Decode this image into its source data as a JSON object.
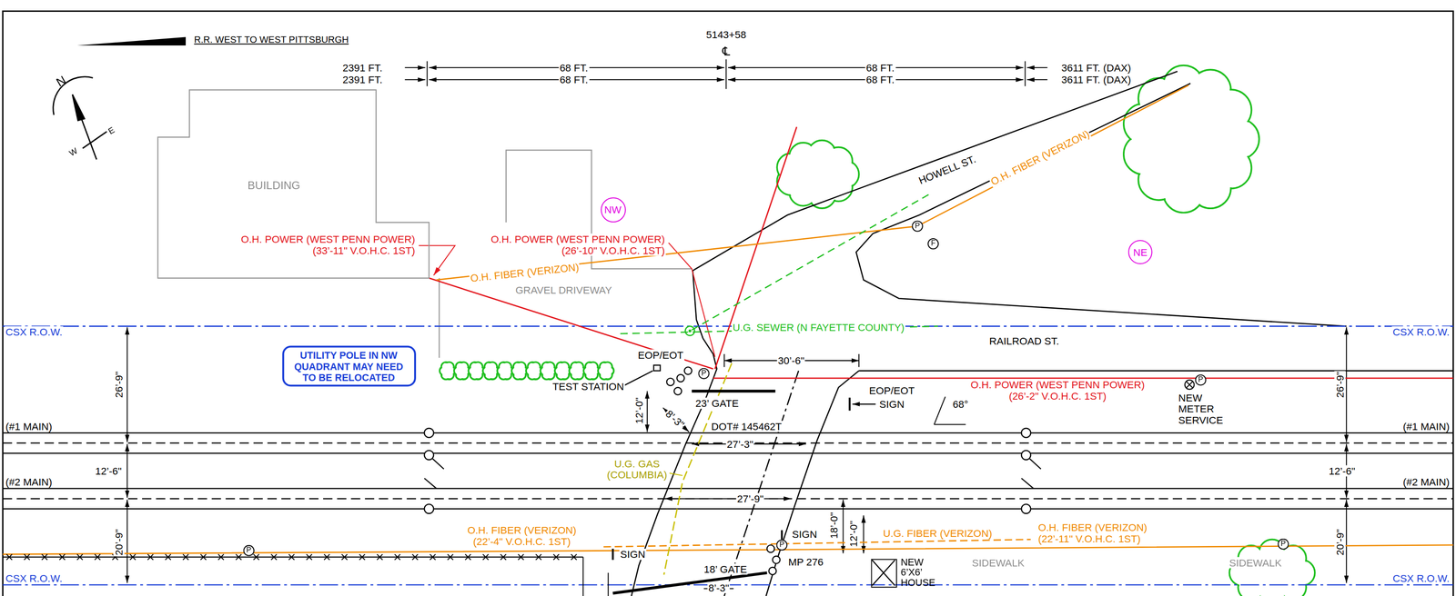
{
  "diagram": {
    "nodes": [
      {
        "text": [
          "BUILDING"
        ]
      },
      {
        "text": [
          "NW"
        ]
      },
      {
        "text": [
          "NE"
        ]
      },
      {
        "text": [
          "UTILITY POLE IN NW QUADRANT MAY NEED TO BE RELOCATED"
        ]
      },
      {
        "text": [
          "NEW 6’X6’ HOUSE"
        ]
      }
    ],
    "labels": [
      "R.R. WEST TO WEST PITTSBURGH",
      "5143+58",
      "℄",
      "2391 FT.",
      "2391 FT.",
      "68 FT.",
      "68 FT.",
      "68 FT.",
      "68 FT.",
      "3611 FT. (DAX)",
      "3611 FT. (DAX)",
      "N",
      "W",
      "E",
      "O.H. POWER (WEST PENN POWER) (33’-11\" V.O.H.C. 1ST)",
      "O.H. POWER (WEST PENN POWER) (26’-10\" V.O.H.C. 1ST)",
      "O.H. FIBER (VERIZON)",
      "GRAVEL DRIVEWAY",
      "HOWELL ST.",
      "O.H. FIBER (VERIZON)",
      "CSX R.O.W.",
      "CSX R.O.W.",
      "CSX R.O.W.",
      "CSX R.O.W.",
      "U.G. SEWER (N FAYETTE COUNTY)",
      "RAILROAD ST.",
      "EOP/EOT",
      "30’-6\"",
      "TEST STATION",
      "23’ GATE",
      "EOP/EOT",
      "SIGN",
      "68°",
      "O.H. POWER (WEST PENN POWER) (26’-2\" V.O.H.C. 1ST)",
      "NEW METER SERVICE",
      "26’-9\"",
      "26’-9\"",
      "(#1 MAIN)",
      "(#1 MAIN)",
      "12’-6\"",
      "12’-6\"",
      "(#2 MAIN)",
      "(#2 MAIN)",
      "20’-9\"",
      "20’-9\"",
      "12’-0\"",
      "8’-3\"",
      "DOT# 145462T",
      "27’-3\"",
      "U.G. GAS (COLUMBIA)",
      "27’-9\"",
      "O.H. FIBER (VERIZON) (22’-4\" V.O.H.C. 1ST)",
      "SIGN",
      "18’-0\"",
      "12’-0\"",
      "U.G. FIBER (VERIZON)",
      "O.H. FIBER (VERIZON) (22’-11\" V.O.H.C. 1ST)",
      "SIGN",
      "MP 276",
      "18’ GATE",
      "8’-3\"",
      "SIDEWALK",
      "SIDEWALK",
      "P",
      "P",
      "F",
      "P",
      "P",
      "P",
      "P"
    ]
  }
}
